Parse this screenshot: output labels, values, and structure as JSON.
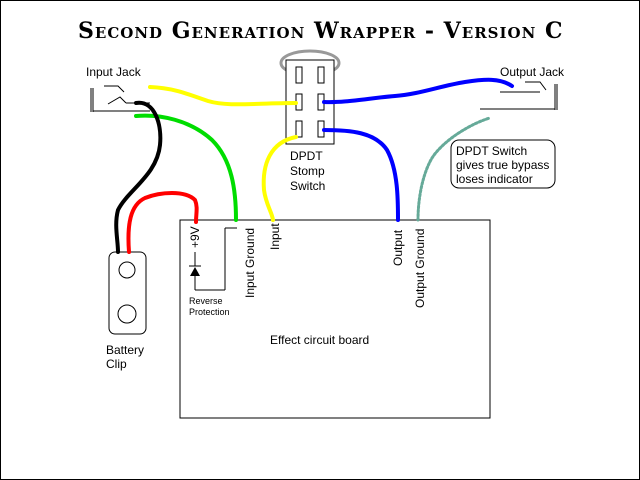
{
  "title": "Second Generation Wrapper - Version C",
  "labels": {
    "input_jack": "Input Jack",
    "output_jack": "Output Jack",
    "dpdt_line1": "DPDT",
    "dpdt_line2": "Stomp",
    "dpdt_line3": "Switch",
    "note_line1": "DPDT Switch",
    "note_line2": "gives true bypass",
    "note_line3": "loses indicator",
    "battery_line1": "Battery",
    "battery_line2": "Clip",
    "plus9v": "+9V",
    "input_ground": "Input Ground",
    "input": "Input",
    "output": "Output",
    "output_ground": "Output Ground",
    "reverse_line1": "Reverse",
    "reverse_line2": "Protection",
    "board": "Effect circuit board"
  },
  "wire_colors": {
    "yellow": "#ffff00",
    "blue": "#0000ff",
    "green": "#00dd00",
    "black": "#000000",
    "red": "#ff0000",
    "teal": "#66aa99",
    "switch_outline": "#999999"
  }
}
